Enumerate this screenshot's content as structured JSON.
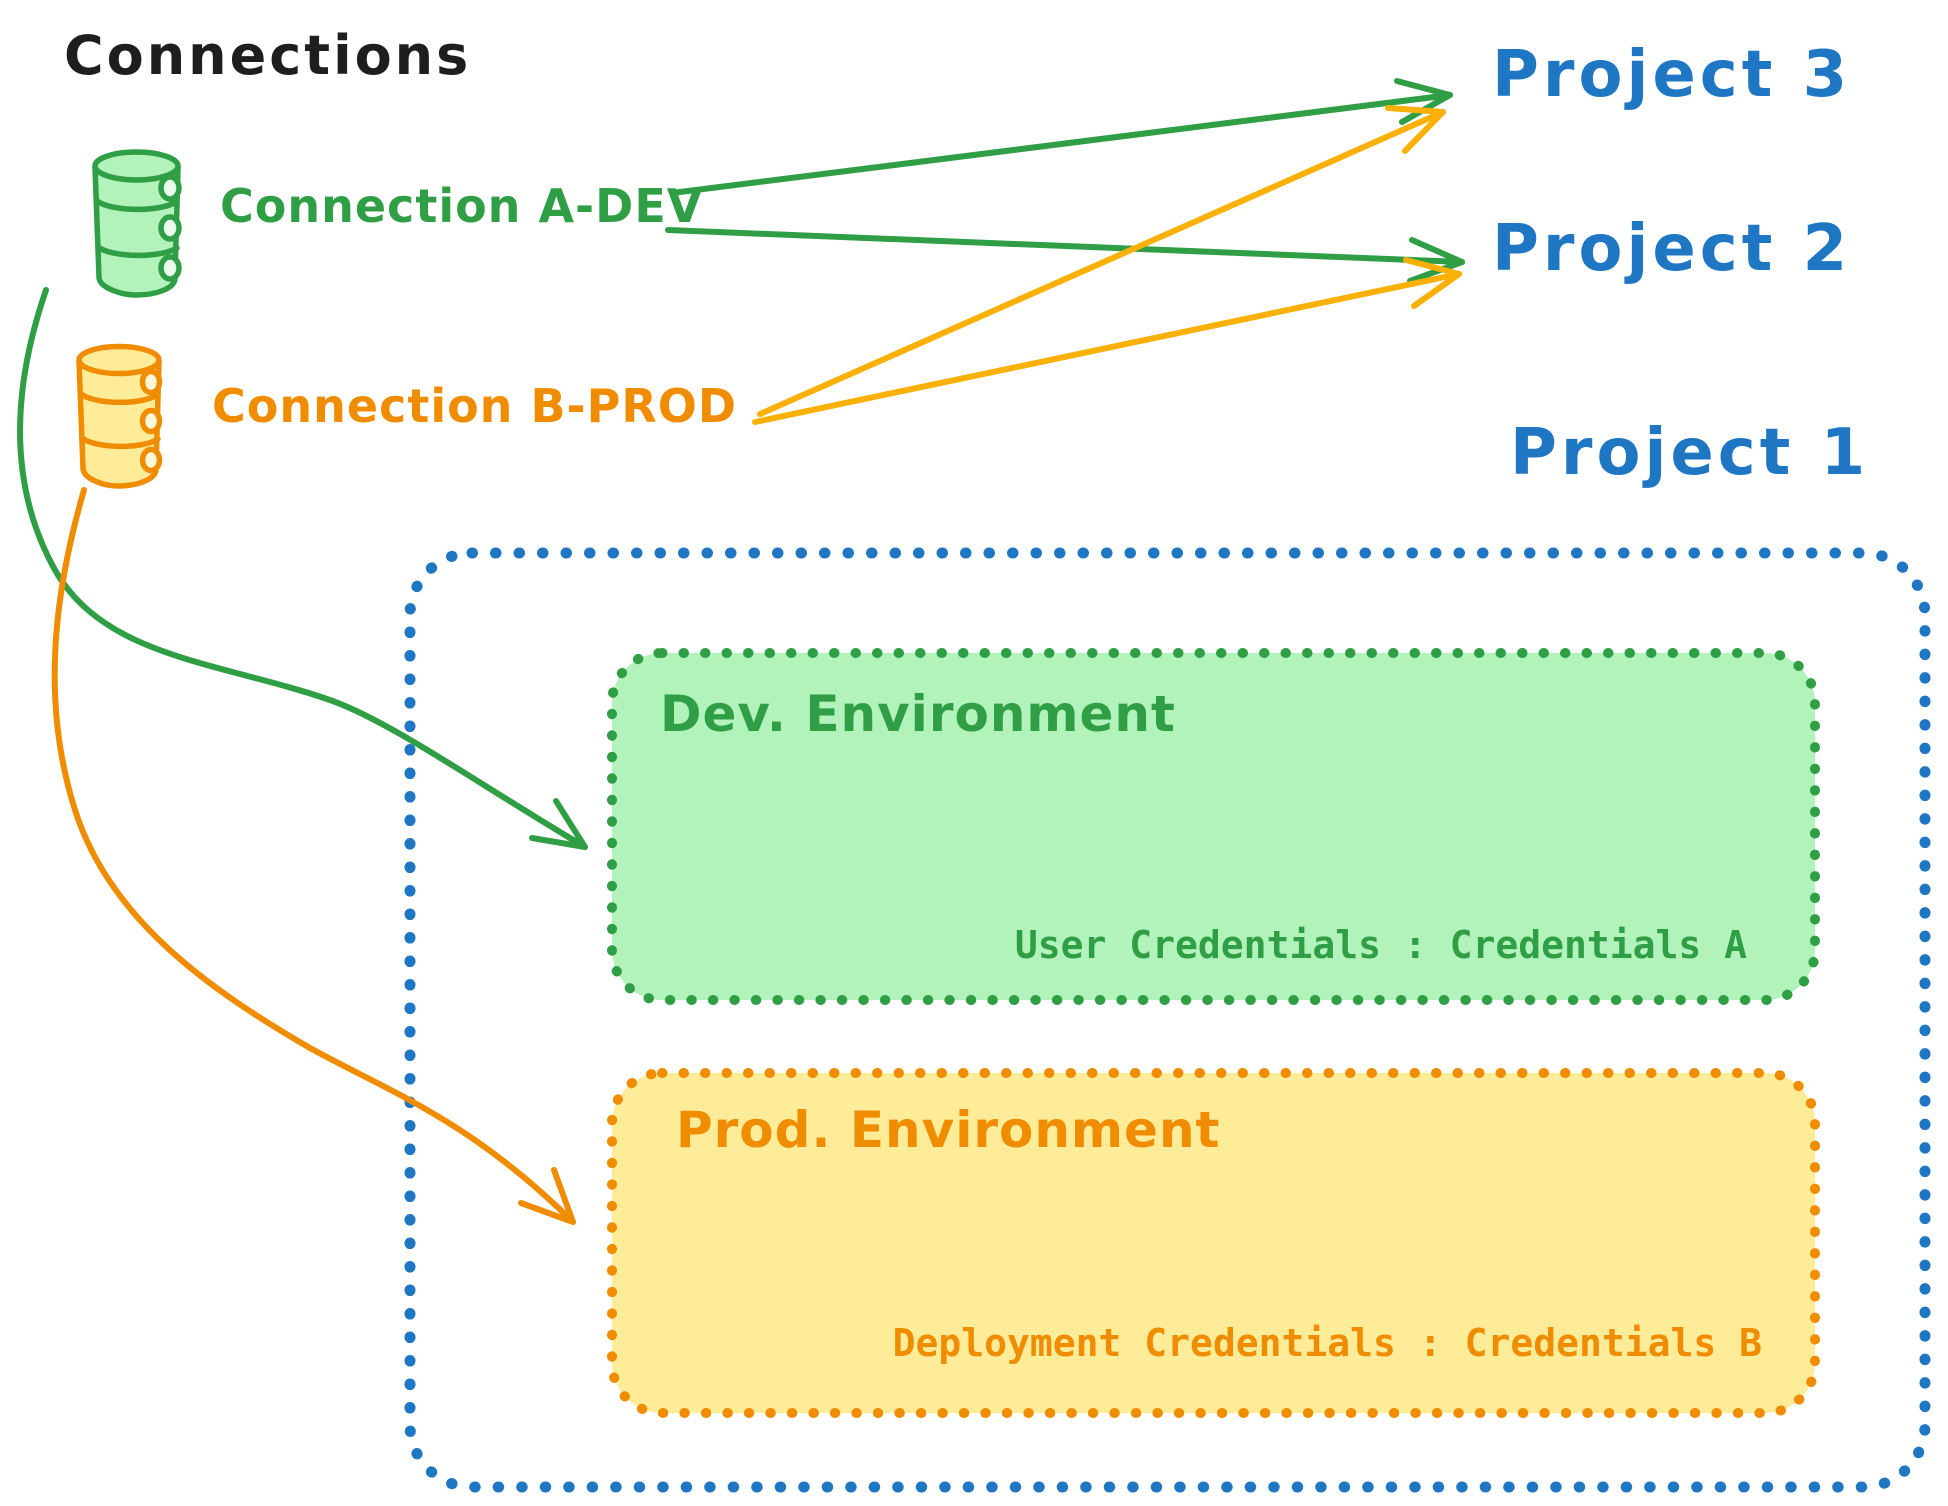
{
  "diagram": {
    "title": "Connections",
    "connections": [
      {
        "id": "a-dev",
        "label": "Connection A-DEV",
        "color": "#2f9e44",
        "icon": "database-icon"
      },
      {
        "id": "b-prod",
        "label": "Connection B-PROD",
        "color": "#f08c00",
        "icon": "database-icon"
      }
    ],
    "projects": [
      {
        "label": "Project 3"
      },
      {
        "label": "Project 2"
      },
      {
        "label": "Project 1"
      }
    ],
    "project1": {
      "dev_environment": {
        "title": "Dev. Environment",
        "credentials": "User Credentials : Credentials A"
      },
      "prod_environment": {
        "title": "Prod. Environment",
        "credentials": "Deployment Credentials : Credentials B"
      }
    },
    "edges": [
      {
        "from": "Connection A-DEV",
        "to": "Project 3"
      },
      {
        "from": "Connection A-DEV",
        "to": "Project 2"
      },
      {
        "from": "Connection B-PROD",
        "to": "Project 3"
      },
      {
        "from": "Connection B-PROD",
        "to": "Project 2"
      },
      {
        "from": "Connection A-DEV",
        "to": "Dev. Environment"
      },
      {
        "from": "Connection B-PROD",
        "to": "Prod. Environment"
      }
    ],
    "colors": {
      "green_stroke": "#2f9e44",
      "green_fill": "#b2f2bb",
      "orange_stroke": "#f08c00",
      "orange_fill": "#ffec99",
      "blue_stroke": "#1f77c4",
      "text_black": "#1e1e1e"
    }
  }
}
